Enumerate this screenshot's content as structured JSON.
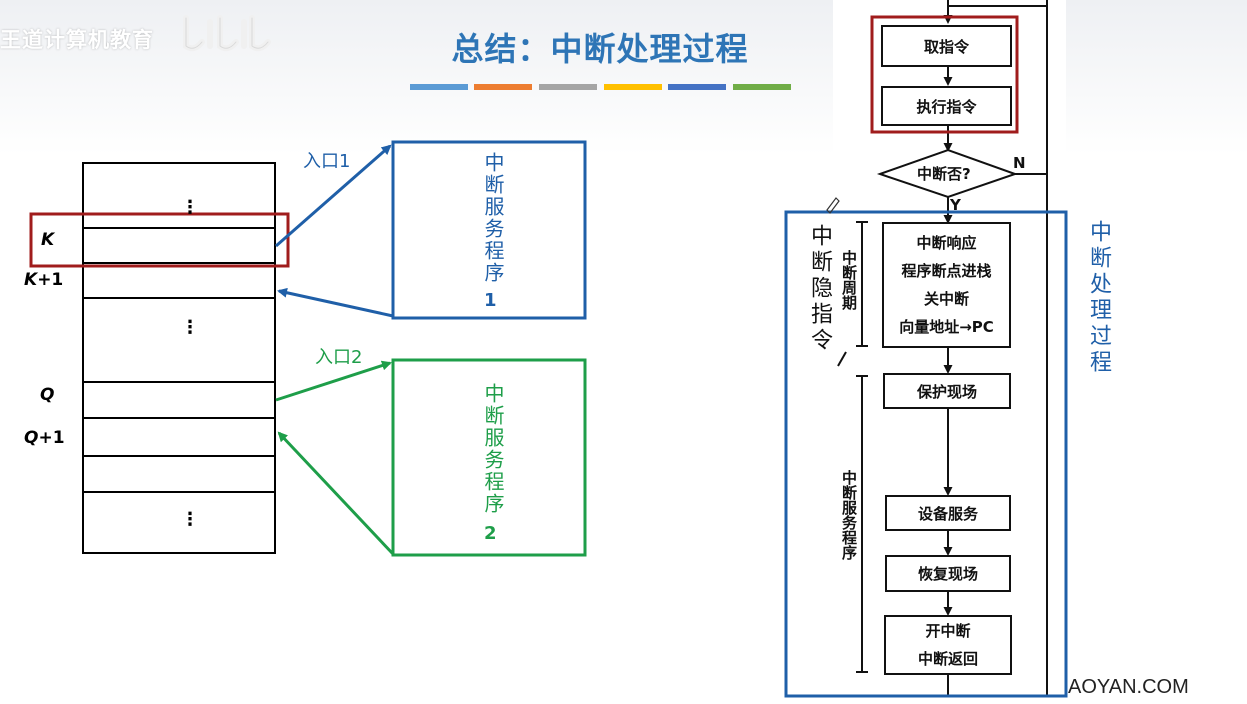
{
  "watermark": {
    "brand": "王道计算机教育",
    "logo": "bilibili"
  },
  "slide": {
    "title": "总结：中断处理过程",
    "title_bars": [
      "#5b9bd5",
      "#ed7d31",
      "#a5a5a5",
      "#ffc000",
      "#4472c4",
      "#70ad47"
    ]
  },
  "memory": {
    "labels": {
      "k": "K",
      "k1_var": "K",
      "k1_num": "+1",
      "q": "Q",
      "q1_var": "Q",
      "q1_num": "+1"
    },
    "dots": "⋮"
  },
  "isr": [
    {
      "entry": "入口1",
      "text": "中断服务程序",
      "num": "1",
      "color": "#1f5fa8"
    },
    {
      "entry": "入口2",
      "text": "中断服务程序",
      "num": "2",
      "color": "#1e9e49"
    }
  ],
  "flowchart": {
    "fetch": "取指令",
    "execute": "执行指令",
    "decision": "中断否?",
    "no_label": "N",
    "yes_label": "Y",
    "cycle_box": [
      "中断响应",
      "程序断点进栈",
      "关中断",
      "向量地址→PC"
    ],
    "save": "保护现场",
    "service": "设备服务",
    "restore": "恢复现场",
    "return_box": [
      "开中断",
      "中断返回"
    ],
    "cycle_side": "中断周期",
    "isr_side": "中断服务程序",
    "hidden_instr": "中断隐指令",
    "process_label": "中断处理过程"
  },
  "colors": {
    "highlight_red": "#a01c1c",
    "highlight_blue": "#1f5fa8",
    "green": "#1e9e49"
  },
  "footer": {
    "site": "AOYAN.COM"
  }
}
